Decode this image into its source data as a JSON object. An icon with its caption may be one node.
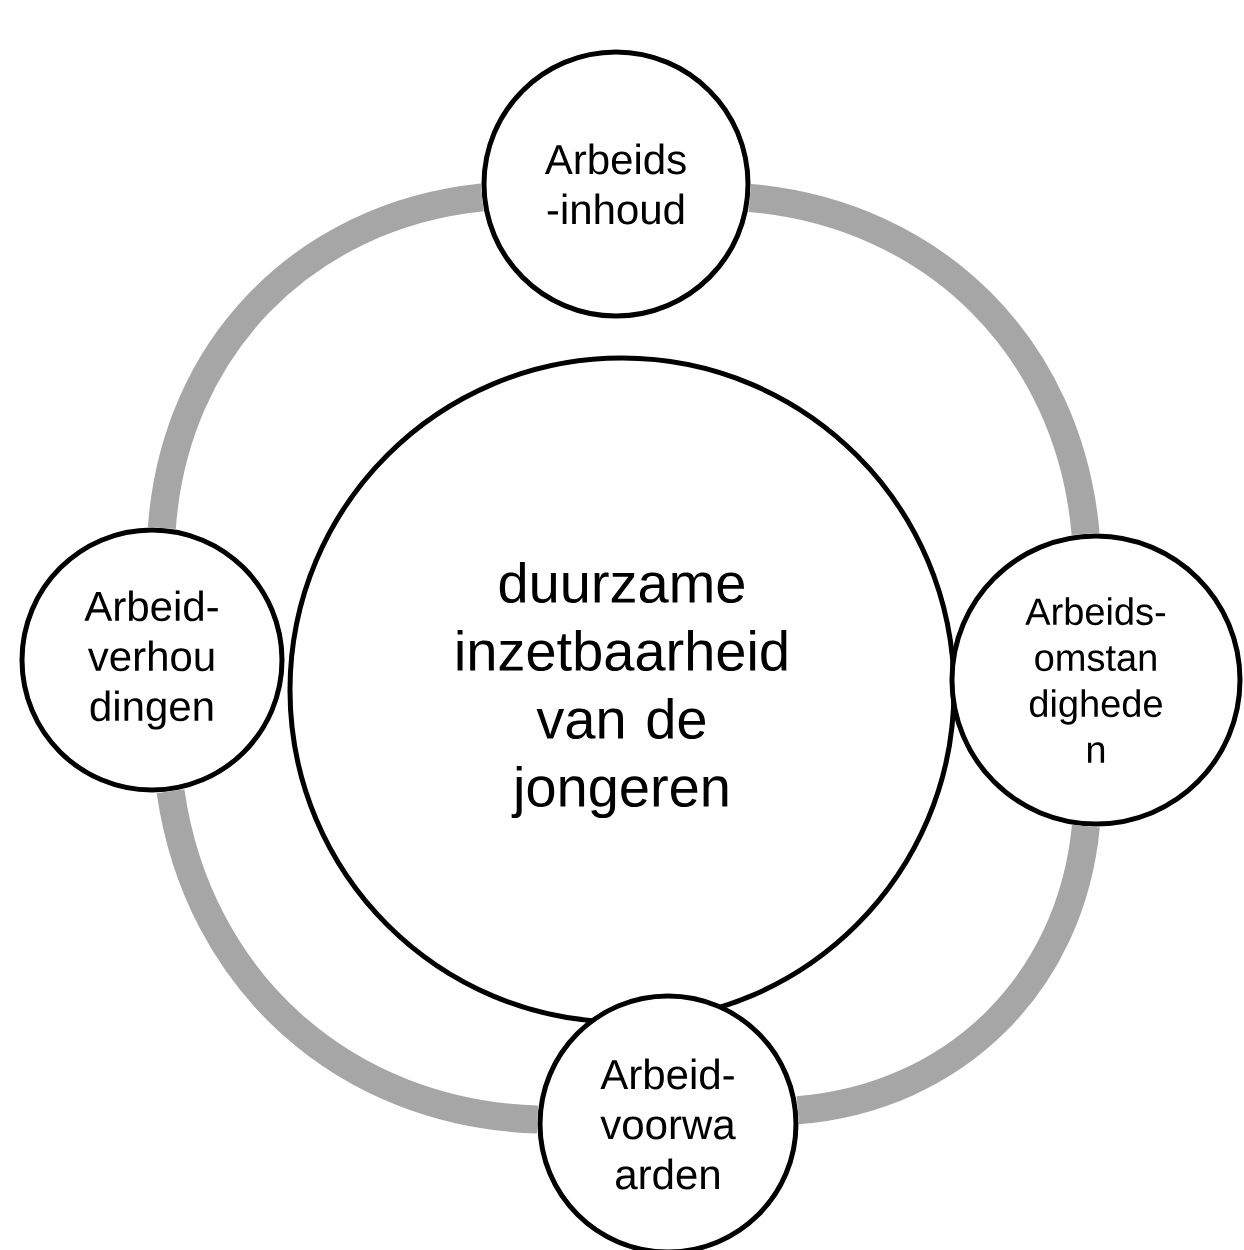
{
  "diagram": {
    "nodes": [
      {
        "text": [
          "Arbeids -inhoud"
        ]
      },
      {
        "text": [
          "Arbeid- verhou dingen"
        ]
      },
      {
        "text": [
          "duurzame inzetbaarheid van de jongeren"
        ]
      },
      {
        "text": [
          "Arbeids- omstan dighede n"
        ]
      },
      {
        "text": [
          "Arbeid- voorwa arden"
        ]
      }
    ],
    "edges": [
      {
        "from": 0,
        "to": 3,
        "arrow": "none"
      },
      {
        "from": 3,
        "to": 4,
        "arrow": "none"
      },
      {
        "from": 4,
        "to": 1,
        "arrow": "none"
      },
      {
        "from": 1,
        "to": 0,
        "arrow": "none"
      }
    ]
  }
}
